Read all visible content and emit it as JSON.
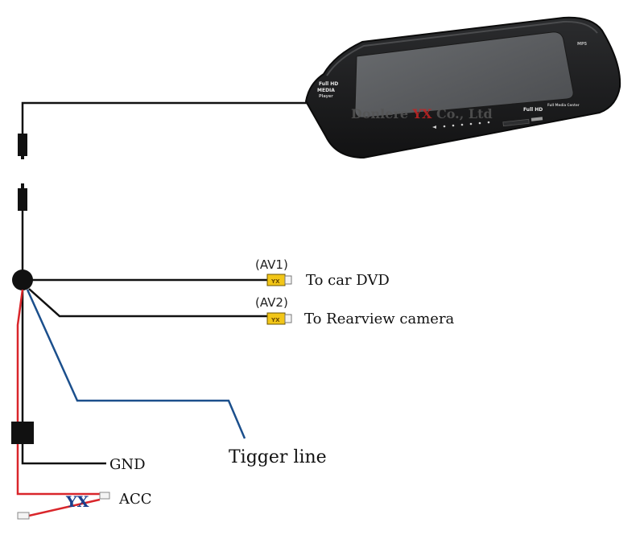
{
  "monitor": {
    "bezel_text_left_1": "Full HD",
    "bezel_text_left_2": "MEDIA",
    "bezel_text_left_3": "Player",
    "corner_text": "MP5",
    "watermark_prefix": "Donlere",
    "watermark_brand": "YX",
    "watermark_suffix": "Co., Ltd",
    "bottom_text_main": "Full HD",
    "bottom_text_small": "Full Media Center"
  },
  "connectors": {
    "av1_tag": "(AV1)",
    "av1_plug_text": "YX",
    "av1_label": "To car DVD",
    "av2_tag": "(AV2)",
    "av2_plug_text": "YX",
    "av2_label": "To Rearview camera"
  },
  "wires": {
    "trigger_label": "Tigger line",
    "gnd_label": "GND",
    "acc_label": "ACC",
    "junction_text": "YX"
  },
  "colors": {
    "black_wire": "#111111",
    "red_wire": "#d9262b",
    "blue_wire": "#1b4f8c",
    "plug_yellow": "#f2c617"
  }
}
